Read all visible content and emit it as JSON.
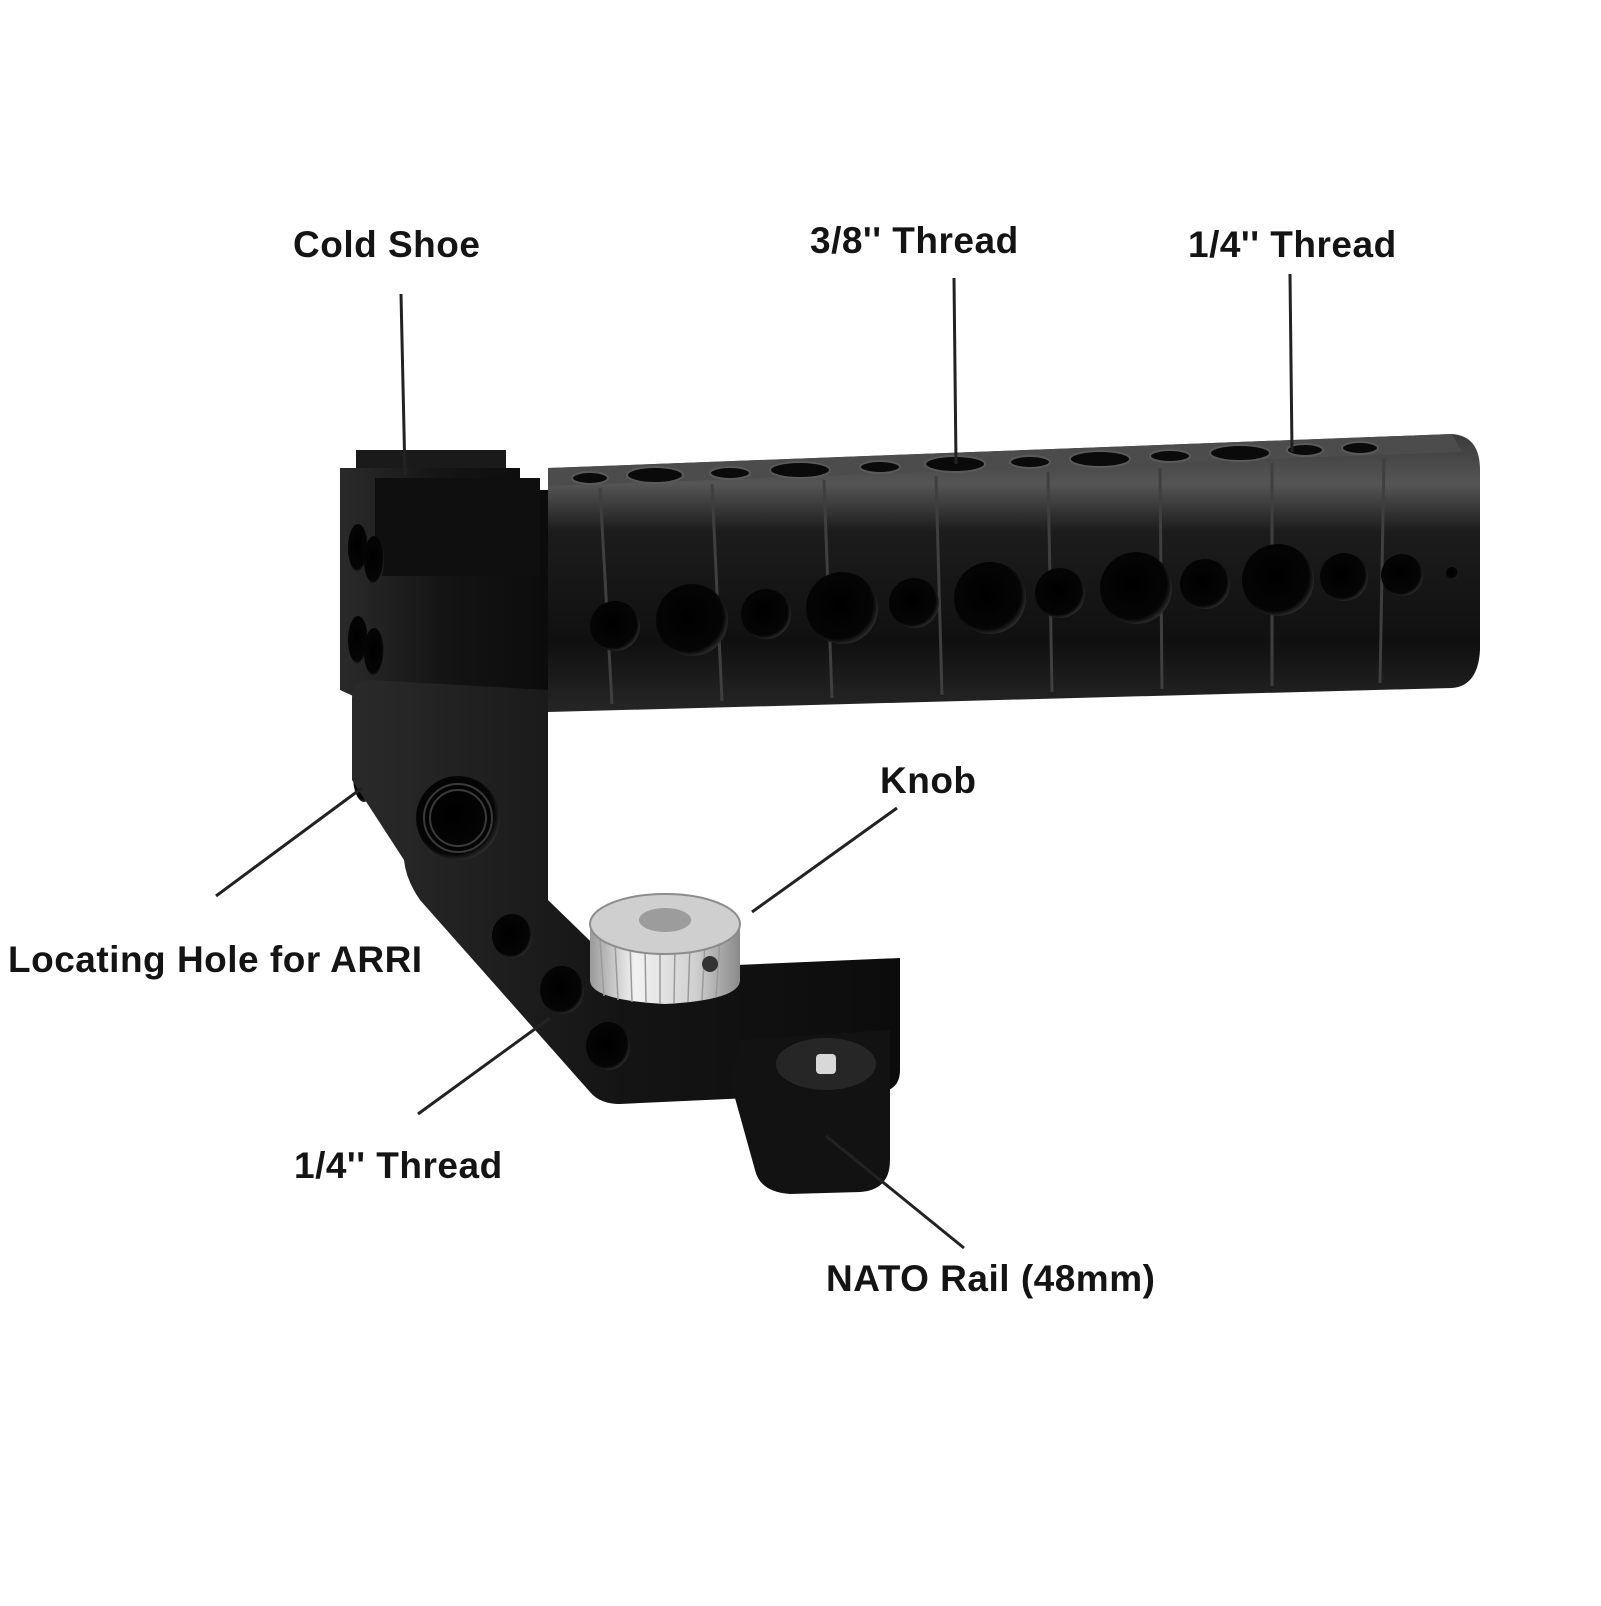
{
  "callouts": {
    "cold_shoe": "Cold Shoe",
    "thread_38": "3/8'' Thread",
    "thread_14_top": "1/4'' Thread",
    "knob": "Knob",
    "arri_hole": "Locating Hole for ARRI",
    "thread_14_bottom": "1/4'' Thread",
    "nato_rail": "NATO Rail (48mm)"
  },
  "colors": {
    "handle_body": "#141414",
    "handle_highlight": "#4a4a4a",
    "knob_silver": "#d8d8d8",
    "leader_line": "#222222",
    "label_text": "#141414"
  }
}
